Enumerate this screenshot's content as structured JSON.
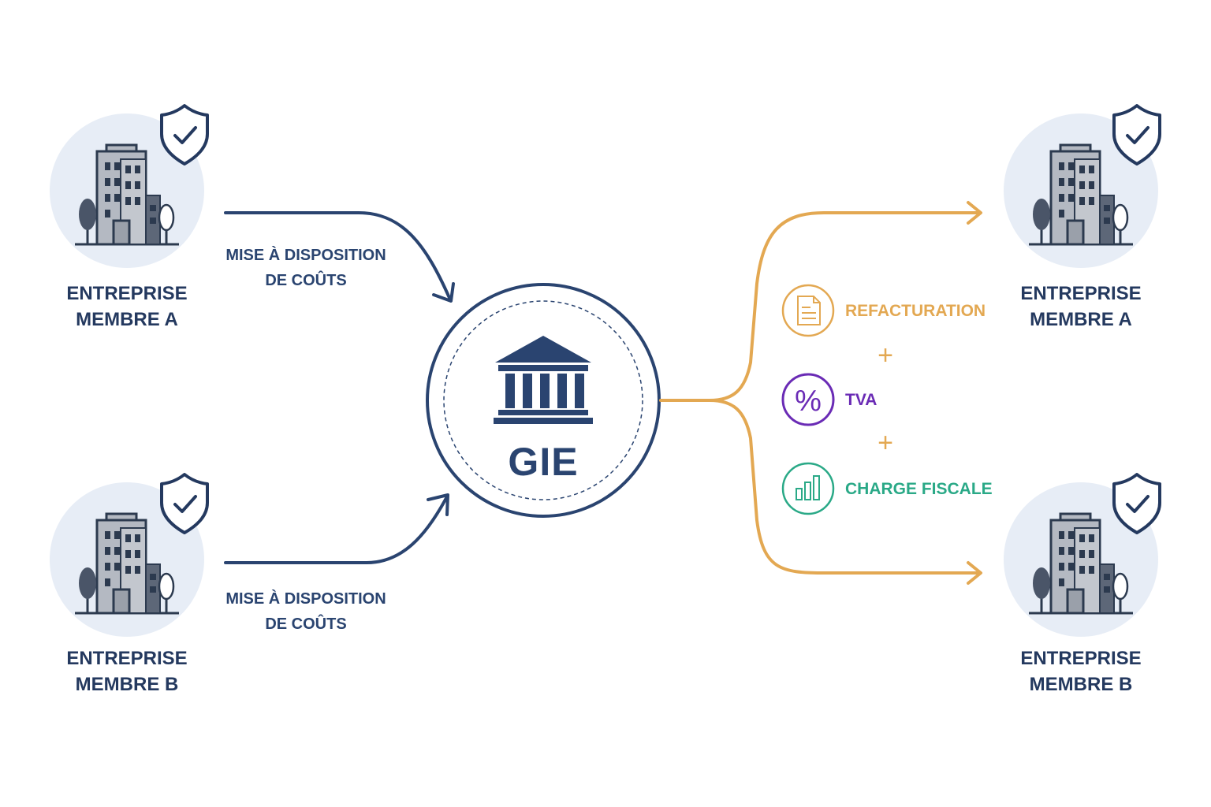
{
  "left": {
    "company_a": {
      "line1": "ENTREPRISE",
      "line2": "MEMBRE A"
    },
    "company_b": {
      "line1": "ENTREPRISE",
      "line2": "MEMBRE B"
    },
    "flow_top": {
      "line1": "MISE À DISPOSITION",
      "line2": "DE COÛTS"
    },
    "flow_bottom": {
      "line1": "MISE À DISPOSITION",
      "line2": "DE COÛTS"
    }
  },
  "center": {
    "label": "GIE"
  },
  "outputs": {
    "items": [
      {
        "label": "REFACTURATION",
        "icon": "invoice-document-icon",
        "color": "#e3a852"
      },
      {
        "label": "TVA",
        "icon": "percent-icon",
        "color": "#6a2bb5"
      },
      {
        "label": "CHARGE FISCALE",
        "icon": "bar-chart-icon",
        "color": "#2aa987"
      }
    ],
    "separator": "+"
  },
  "right": {
    "company_a": {
      "line1": "ENTREPRISE",
      "line2": "MEMBRE A"
    },
    "company_b": {
      "line1": "ENTREPRISE",
      "line2": "MEMBRE B"
    }
  },
  "colors": {
    "navy": "#2a4470",
    "orange": "#e3a852",
    "purple": "#6a2bb5",
    "green": "#2aa987",
    "circle_bg": "#e7edf6"
  }
}
